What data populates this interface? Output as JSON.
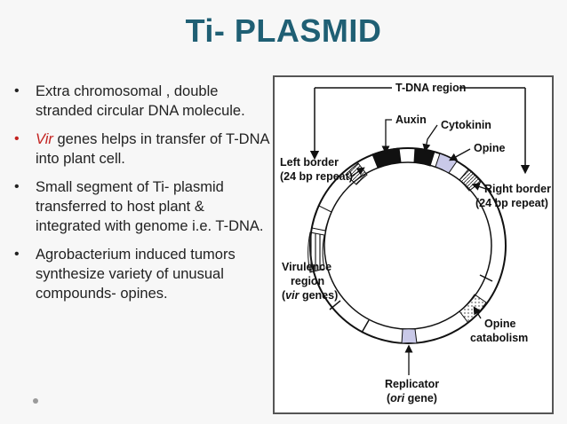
{
  "title": "Ti- PLASMID",
  "bullets": [
    {
      "text": "Extra chromosomal , double stranded circular DNA molecule."
    },
    {
      "italic": "Vir",
      "rest": " genes helps in transfer of T-DNA into plant cell."
    },
    {
      "text": "Small segment of Ti- plasmid transferred to host plant & integrated with genome i.e. T-DNA."
    },
    {
      "text": "Agrobacterium induced tumors synthesize variety of unusual compounds- opines."
    }
  ],
  "diagram": {
    "tdna_region": "T-DNA region",
    "auxin": "Auxin",
    "cytokinin": "Cytokinin",
    "opine": "Opine",
    "left_border_1": "Left border",
    "left_border_2": "(24 bp repeat)",
    "right_border_1": "Right border",
    "right_border_2": "(24 bp repeat)",
    "virulence_1": "Virulence",
    "virulence_2": "region",
    "virulence_3_i": "vir",
    "virulence_3_r": " genes)",
    "virulence_3_p": "(",
    "opine_cat_1": "Opine",
    "opine_cat_2": "catabolism",
    "replicator_1": "Replicator",
    "replicator_2_p": "(",
    "replicator_2_i": "ori",
    "replicator_2_r": " gene)"
  },
  "colors": {
    "title": "#1f5f74",
    "accent_red": "#c3221f",
    "bullet_text": "#222222"
  }
}
